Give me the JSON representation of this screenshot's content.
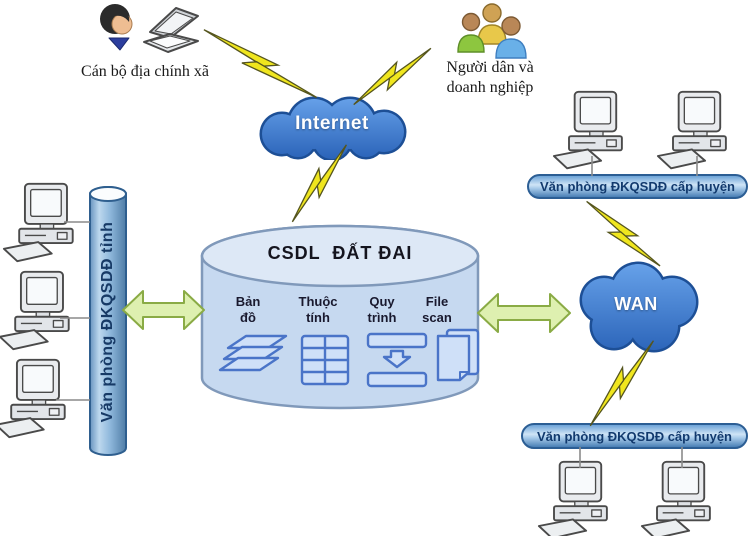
{
  "diagram": {
    "actors": {
      "canbo": {
        "label": "Cán bộ địa chính xã",
        "icons": [
          "person-icon",
          "laptop-icon"
        ]
      },
      "nguoidan": {
        "line1": "Người dân và",
        "line2": "doanh nghiệp",
        "icons": [
          "citizens-group-icon"
        ]
      }
    },
    "clouds": {
      "internet": {
        "label": "Internet"
      },
      "wan": {
        "label": "WAN"
      }
    },
    "database": {
      "title": "CSDL  ĐẤT ĐAI",
      "items": [
        {
          "line1": "Bản",
          "line2": "đồ",
          "icon": "map-layers-icon"
        },
        {
          "line1": "Thuộc",
          "line2": "tính",
          "icon": "attribute-table-icon"
        },
        {
          "line1": "Quy",
          "line2": "trình",
          "icon": "workflow-icon"
        },
        {
          "line1": "File",
          "line2": "scan",
          "icon": "scanned-files-icon"
        }
      ]
    },
    "offices": {
      "province_bar": "Văn phòng ĐKQSDĐ tỉnh",
      "district_bar_top": "Văn phòng ĐKQSDĐ cấp huyện",
      "district_bar_bottom": "Văn phòng ĐKQSDĐ cấp huyện"
    },
    "computers": {
      "province_count": 3,
      "district_top_count": 2,
      "district_bottom_count": 2
    },
    "connector_types": {
      "wireless": "lightning-bolt",
      "lan": "gray-line",
      "data_flow": "green-double-arrow"
    },
    "colors": {
      "cloud_blue_light": "#6aa5ec",
      "cloud_blue_dark": "#2a63b8",
      "cloud_outline": "#1d4f96",
      "db_body": "#c6d9f0",
      "db_top": "#dde8f6",
      "db_outline": "#8099ba",
      "icon_fill": "#cfe0f8",
      "icon_stroke": "#4a74c8",
      "bar_blue": "#6fa3d4",
      "pill_text_navy": "#123a6e",
      "arrow_green_fill": "#def0b0",
      "arrow_green_stroke": "#8aab45",
      "bolt_yellow": "#f0e61e",
      "bolt_outline": "#55551e"
    }
  }
}
